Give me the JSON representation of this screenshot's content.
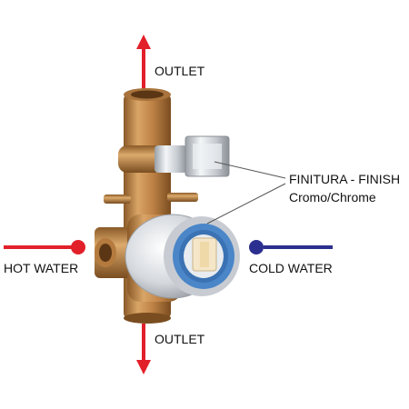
{
  "labels": {
    "outlet_top": "OUTLET",
    "outlet_bottom": "OUTLET",
    "hot_water": "HOT WATER",
    "cold_water": "COLD WATER",
    "finish_title": "FINITURA - FINISH",
    "finish_value": "Cromo/Chrome"
  },
  "colors": {
    "outlet_arrow": "#e2202a",
    "hot_water_line": "#e2202a",
    "cold_water_line": "#2b2f8f",
    "brass": "#c48a4a",
    "chrome": "#d9dde2",
    "cartridge_blue": "#4a86c8"
  },
  "icons": {
    "outlet_top": "arrow-up-icon",
    "outlet_bottom": "arrow-down-icon",
    "hot_inlet": "hot-water-dot-icon",
    "cold_inlet": "cold-water-dot-icon"
  }
}
